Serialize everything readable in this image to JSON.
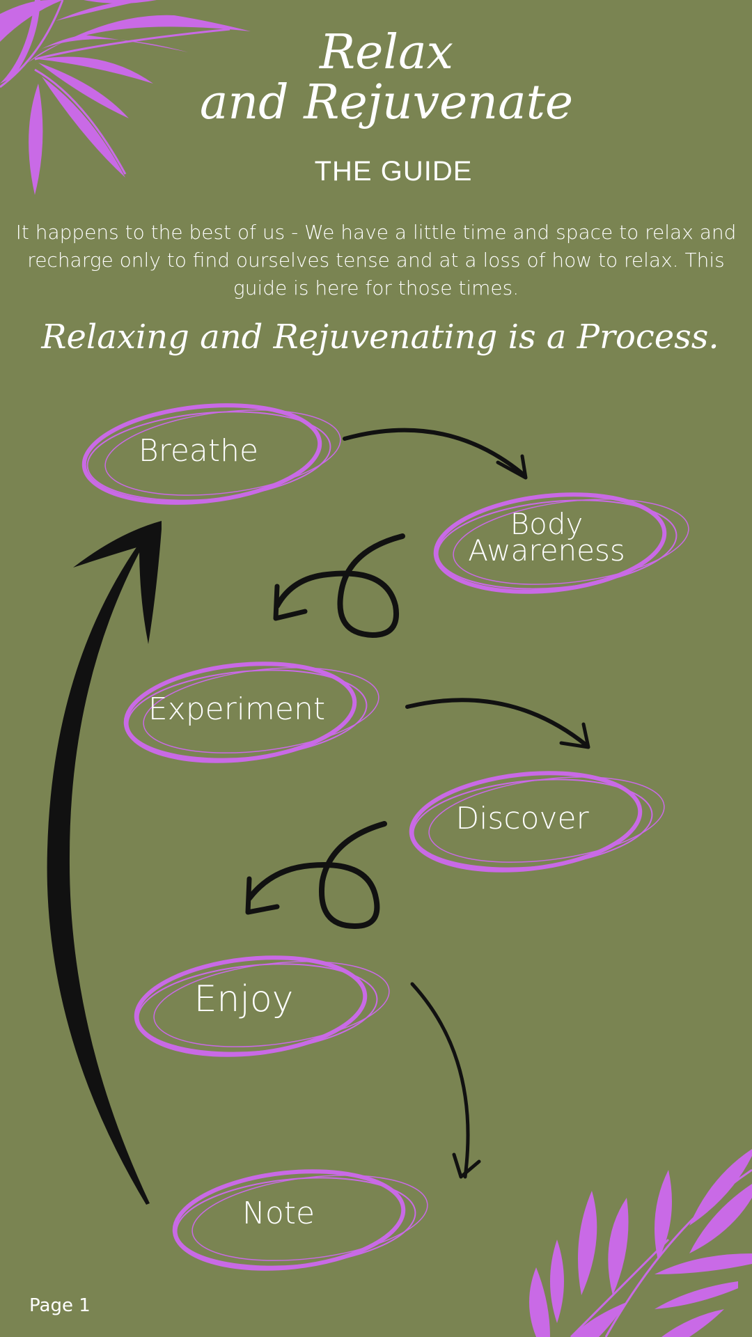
{
  "header": {
    "title_line1": "Relax",
    "title_line2": "and Rejuvenate",
    "subtitle": "THE GUIDE"
  },
  "intro": "It happens to the best of us - We have a little time and space to relax and recharge only to find ourselves tense and at a loss of how to relax. This guide is here for those times.",
  "tagline": "Relaxing and Rejuvenating is a Process.",
  "steps": [
    {
      "label": "Breathe"
    },
    {
      "label_line1": "Body",
      "label_line2": "Awareness"
    },
    {
      "label": "Experiment"
    },
    {
      "label": "Discover"
    },
    {
      "label": "Enjoy"
    },
    {
      "label": "Note"
    }
  ],
  "footer": {
    "page": "Page 1"
  },
  "colors": {
    "background": "#7a8452",
    "accent": "#c96ae6",
    "arrow": "#111111",
    "text": "#ffffff"
  }
}
